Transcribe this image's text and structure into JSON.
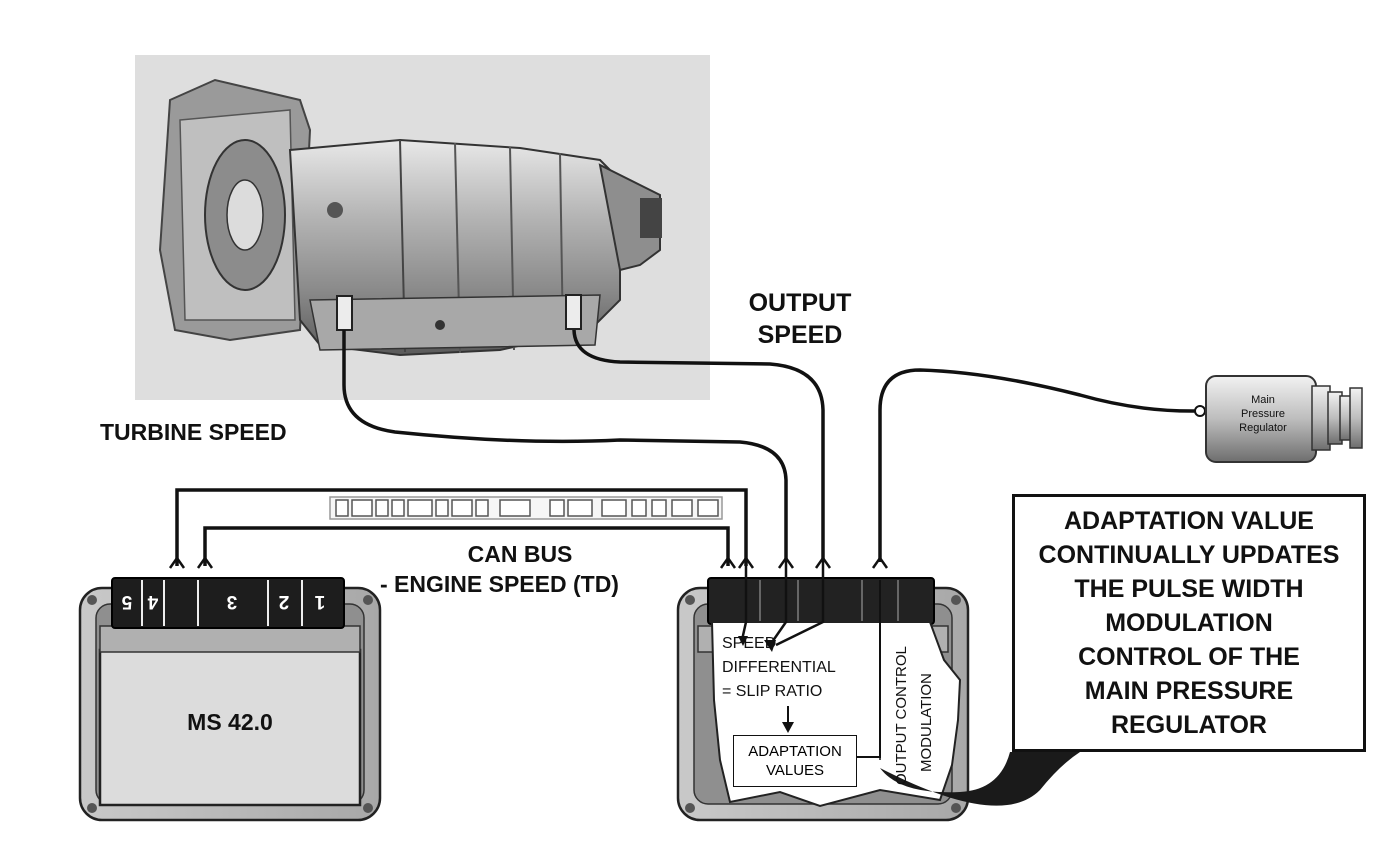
{
  "labels": {
    "output_speed": "OUTPUT\nSPEED",
    "turbine_speed": "TURBINE SPEED",
    "can_bus": "CAN BUS",
    "engine_speed": "- ENGINE SPEED (TD)"
  },
  "ecu_left": {
    "name": "MS 42.0",
    "pins": [
      "5",
      "4",
      "3",
      "2",
      "1"
    ]
  },
  "ecu_right": {
    "speed_differential": "SPEED\nDIFFERENTIAL\n= SLIP RATIO",
    "adaptation_values": "ADAPTATION\nVALUES",
    "output_control": "OUTPUT CONTROL",
    "modulation": "MODULATION"
  },
  "regulator": {
    "label": "Main\nPressure\nRegulator"
  },
  "callout": {
    "text": "ADAPTATION VALUE\nCONTINUALLY UPDATES\nTHE PULSE WIDTH\nMODULATION\nCONTROL OF THE\nMAIN PRESSURE\nREGULATOR"
  }
}
